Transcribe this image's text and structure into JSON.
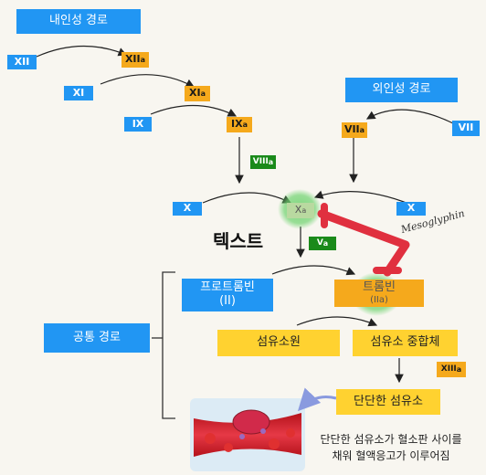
{
  "intrinsic": {
    "title": "내인성 경로",
    "xii": "XII",
    "xiia": "XII",
    "xiia_sub": "a",
    "xi": "XI",
    "xia": "XI",
    "xia_sub": "a",
    "ix": "IX",
    "ixa": "IX",
    "ixa_sub": "a",
    "viiia": "VIII",
    "viiia_sub": "a",
    "x_left": "X"
  },
  "extrinsic": {
    "title": "외인성 경로",
    "vii": "VII",
    "viia": "VII",
    "viia_sub": "a",
    "x_right": "X"
  },
  "center": {
    "xa": "X",
    "xa_sub": "a",
    "va": "V",
    "va_sub": "a",
    "text_label": "텍스트",
    "signature": "Mesoglyphin"
  },
  "common": {
    "title": "공통 경로",
    "prothrombin_line1": "프로트롬빈",
    "prothrombin_line2": "(II)",
    "thrombin_line1": "트롬빈",
    "thrombin_line2": "(IIa)",
    "fibrinogen": "섬유소원",
    "fibrin_polymer": "섬유소 중합체",
    "xiiia": "XIII",
    "xiiia_sub": "a",
    "stable_fibrin": "단단한 섬유소"
  },
  "caption": {
    "line1": "단단한 섬유소가 혈소판 사이를",
    "line2": "채워 혈액응고가 이루어짐"
  },
  "colors": {
    "blue": "#2196f3",
    "orange": "#f5a91c",
    "green": "#1a8a1a",
    "inhibit_red": "#e0303f",
    "highlight_green": "#6fd36f"
  }
}
